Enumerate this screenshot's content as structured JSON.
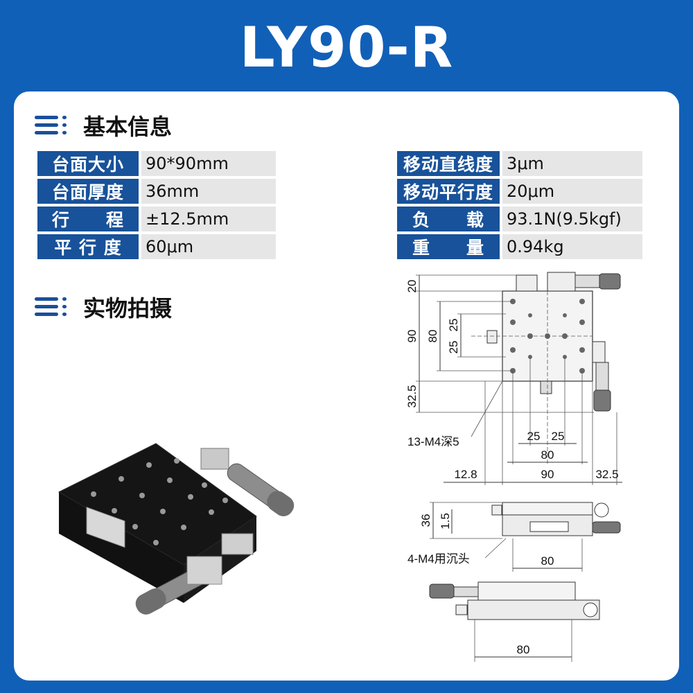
{
  "title": "LY90-R",
  "sections": {
    "basic_info": "基本信息",
    "photo": "实物拍摄"
  },
  "specs_left": [
    {
      "key": "台面大小",
      "value": "90*90mm"
    },
    {
      "key": "台面厚度",
      "value": "36mm"
    },
    {
      "key": "行　　程",
      "value": "±12.5mm"
    },
    {
      "key": "平 行 度",
      "value": "60μm"
    }
  ],
  "specs_right": [
    {
      "key": "移动直线度",
      "value": "3μm"
    },
    {
      "key": "移动平行度",
      "value": "20μm"
    },
    {
      "key": "负　　载",
      "value": "93.1N(9.5kgf)"
    },
    {
      "key": "重　　量",
      "value": "0.94kg"
    }
  ],
  "drawing": {
    "dim_20": "20",
    "dim_90_v": "90",
    "dim_80_v": "80",
    "dim_25_a": "25",
    "dim_25_b": "25",
    "dim_32_5_v": "32.5",
    "label_holes": "13-M4深5",
    "dim_25_c": "25",
    "dim_25_d": "25",
    "dim_80_h": "80",
    "dim_12_8": "12.8",
    "dim_90_h": "90",
    "dim_32_5_h": "32.5",
    "dim_36": "36",
    "dim_1_5": "1.5",
    "label_mount": "4-M4用沉头",
    "dim_80_side": "80",
    "dim_80_bottom": "80"
  },
  "colors": {
    "brand_blue": "#1160b8",
    "label_blue": "#18529a",
    "value_gray": "#e6e6e6"
  }
}
